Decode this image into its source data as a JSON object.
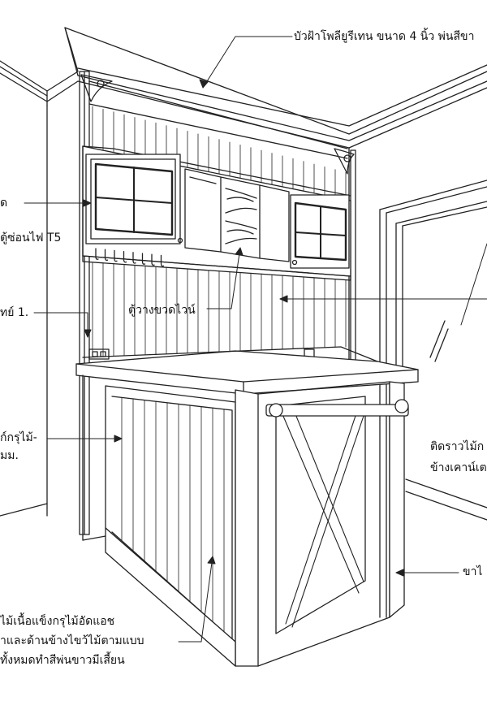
{
  "annotations": {
    "cornice": "บัวฝ้าโพลียูรีเทน ขนาด 4 นิ้ว พ่นสีขา",
    "glass_cabinet": "ด",
    "lighting": "ตู้ซ่อนไฟ T5",
    "item_1": "ทย์ 1.",
    "wine_rack": "ตู้วางขวดไวน์",
    "side_panel_line1": "ก์กรุไม้-",
    "side_panel_line2": "มม.",
    "rail_line1": "ติดราวไม้ก",
    "rail_line2": "ข้างเคาน์เต",
    "leg": "ขาไ",
    "body_line1": "ไม้เนื้อแข็งกรุไม้อัดแอช",
    "body_line2": "าและด้านข้างไขว้ไม้ตามแบบ",
    "body_line3": "ทั้งหมดทำสีพ่นขาวมีเสี้ยน"
  }
}
